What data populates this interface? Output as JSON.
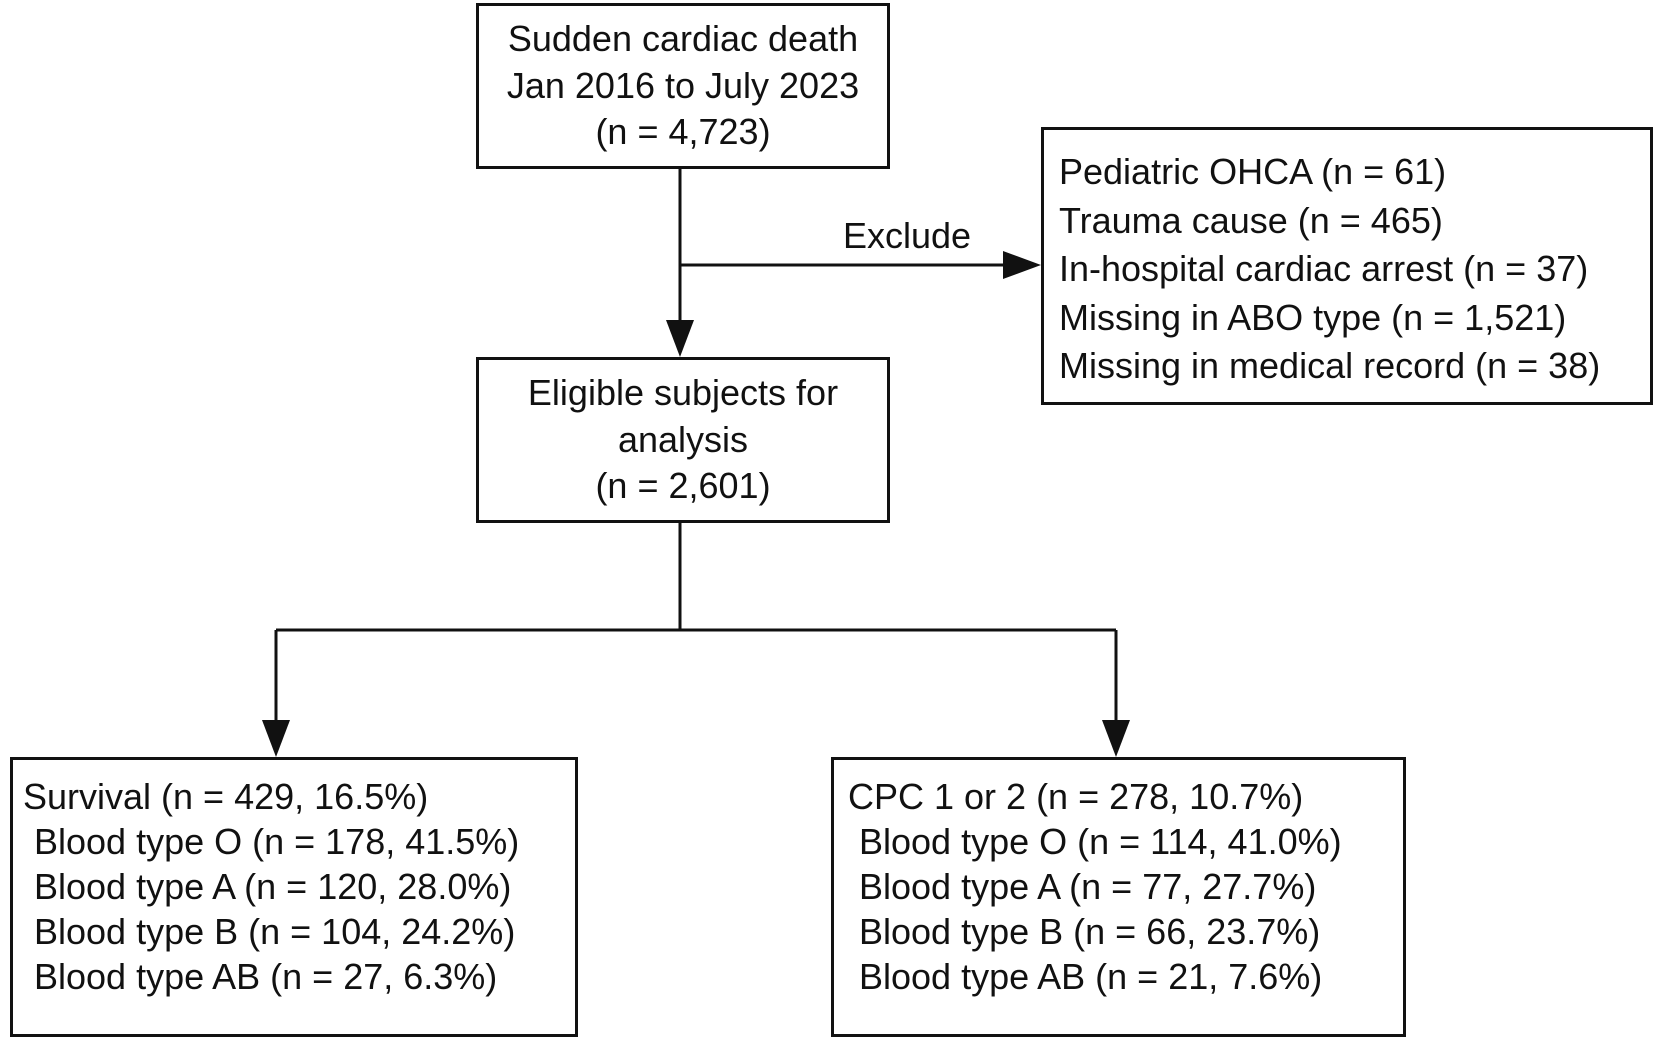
{
  "flowchart": {
    "source": {
      "lines": [
        "Sudden cardiac death",
        "Jan 2016 to July 2023",
        "(n = 4,723)"
      ]
    },
    "exclude_label": "Exclude",
    "exclusions": [
      "Pediatric OHCA (n = 61)",
      "Trauma cause (n = 465)",
      "In-hospital cardiac arrest (n = 37)",
      "Missing in ABO type (n = 1,521)",
      "Missing in medical record (n = 38)"
    ],
    "eligible": {
      "lines": [
        "Eligible subjects for",
        "analysis",
        "(n = 2,601)"
      ]
    },
    "survival": {
      "heading": "Survival (n = 429, 16.5%)",
      "items": [
        "Blood type O (n = 178, 41.5%)",
        "Blood type A (n = 120, 28.0%)",
        "Blood type B (n = 104, 24.2%)",
        "Blood type AB (n = 27, 6.3%)"
      ]
    },
    "cpc": {
      "heading": "CPC 1 or 2 (n = 278, 10.7%)",
      "items": [
        "Blood type O (n = 114, 41.0%)",
        "Blood type A (n = 77, 27.7%)",
        "Blood type B (n = 66, 23.7%)",
        "Blood type AB (n = 21, 7.6%)"
      ]
    }
  }
}
